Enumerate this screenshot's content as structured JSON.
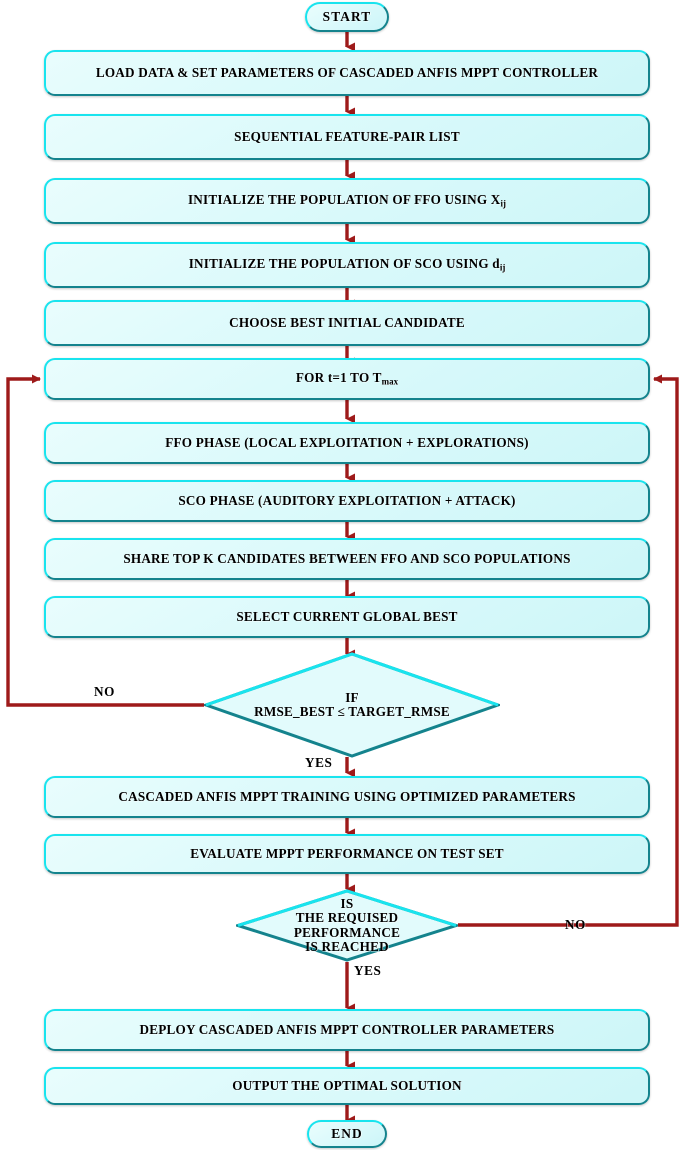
{
  "diagram": {
    "title": "Cascaded ANFIS MPPT Controller Optimization Flowchart",
    "type": "flowchart",
    "colors": {
      "node_fill": "#dcfafb",
      "border_light": "#19e4ee",
      "border_dark": "#14838d",
      "connector": "#9e1a1a",
      "text": "#000000",
      "background": "#ffffff"
    }
  },
  "nodes": {
    "start": "START",
    "load_data": "LOAD DATA & SET PARAMETERS OF CASCADED ANFIS MPPT CONTROLLER",
    "feature_pair": "SEQUENTIAL FEATURE-PAIR LIST",
    "init_ffo_pre": "INITIALIZE  THE POPULATION OF FFO USING X",
    "init_ffo_sub": "ij",
    "init_sco_pre": "INITIALIZE  THE POPULATION OF SCO USING d",
    "init_sco_sub": "ij",
    "choose_best": "CHOOSE BEST INITIAL CANDIDATE",
    "for_loop_pre": "FOR t=1 TO T",
    "for_loop_sub": "max",
    "ffo_phase": "FFO PHASE (LOCAL EXPLOITATION + EXPLORATIONS)",
    "sco_phase": "SCO PHASE (AUDITORY EXPLOITATION + ATTACK)",
    "share_top_k": "SHARE TOP K CANDIDATES BETWEEN FFO AND SCO POPULATIONS",
    "select_global_best": "SELECT CURRENT GLOBAL BEST",
    "decision_rmse": "IF\nRMSE_BEST ≤ TARGET_RMSE",
    "training": "CASCADED ANFIS MPPT TRAINING  USING OPTIMIZED PARAMETERS",
    "evaluate": "EVALUATE MPPT PERFORMANCE ON TEST SET",
    "decision_performance": "IS\nTHE REQUISED\nPERFORMANCE\nIS REACHED",
    "deploy": "DEPLOY CASCADED ANFIS MPPT CONTROLLER PARAMETERS",
    "output": "OUTPUT THE OPTIMAL SOLUTION",
    "end": "END"
  },
  "branch_labels": {
    "rmse_no": "NO",
    "rmse_yes": "YES",
    "performance_no": "NO",
    "performance_yes": "YES"
  },
  "edges": [
    {
      "from": "start",
      "to": "load_data",
      "label": ""
    },
    {
      "from": "load_data",
      "to": "feature_pair",
      "label": ""
    },
    {
      "from": "feature_pair",
      "to": "init_ffo",
      "label": ""
    },
    {
      "from": "init_ffo",
      "to": "init_sco",
      "label": ""
    },
    {
      "from": "init_sco",
      "to": "choose_best",
      "label": ""
    },
    {
      "from": "choose_best",
      "to": "for_loop",
      "label": ""
    },
    {
      "from": "for_loop",
      "to": "ffo_phase",
      "label": ""
    },
    {
      "from": "ffo_phase",
      "to": "sco_phase",
      "label": ""
    },
    {
      "from": "sco_phase",
      "to": "share_top_k",
      "label": ""
    },
    {
      "from": "share_top_k",
      "to": "select_global_best",
      "label": ""
    },
    {
      "from": "select_global_best",
      "to": "decision_rmse",
      "label": ""
    },
    {
      "from": "decision_rmse",
      "to": "for_loop",
      "label": "NO"
    },
    {
      "from": "decision_rmse",
      "to": "training",
      "label": "YES"
    },
    {
      "from": "training",
      "to": "evaluate",
      "label": ""
    },
    {
      "from": "evaluate",
      "to": "decision_performance",
      "label": ""
    },
    {
      "from": "decision_performance",
      "to": "for_loop",
      "label": "NO"
    },
    {
      "from": "decision_performance",
      "to": "deploy",
      "label": "YES"
    },
    {
      "from": "deploy",
      "to": "output",
      "label": ""
    },
    {
      "from": "output",
      "to": "end",
      "label": ""
    }
  ]
}
